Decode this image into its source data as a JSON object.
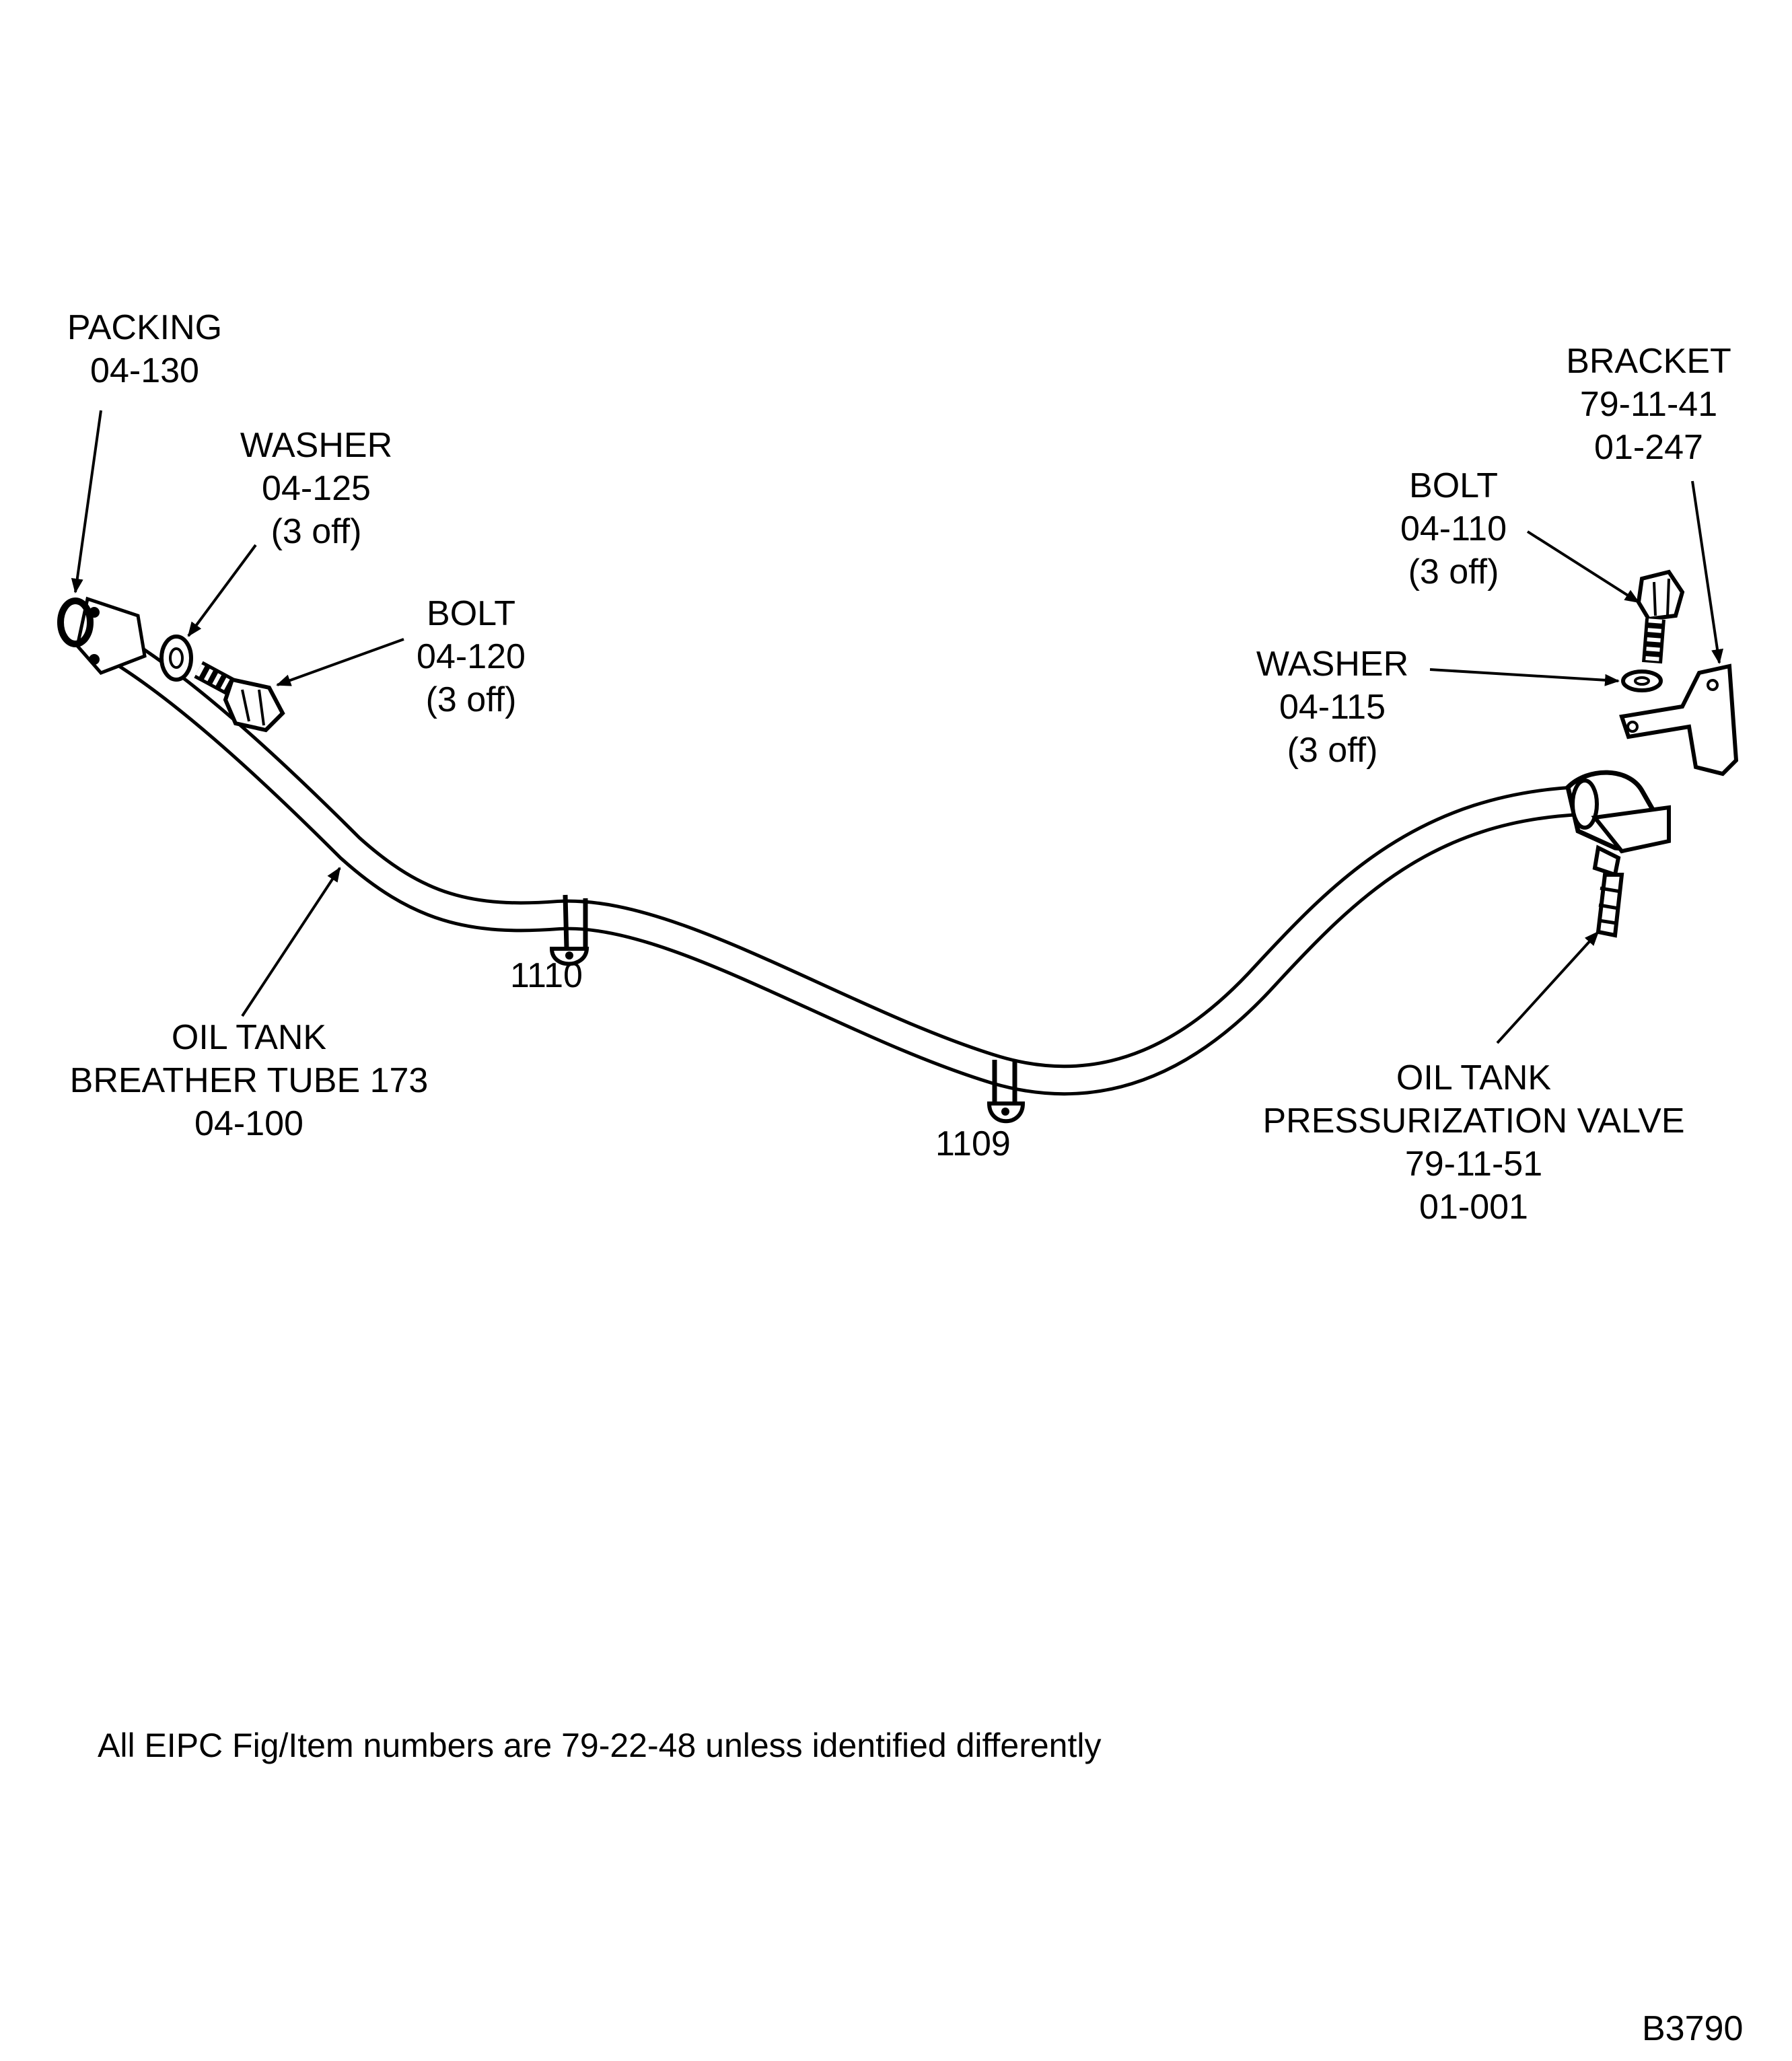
{
  "labels": {
    "packing": {
      "name": "PACKING",
      "part": "04-130"
    },
    "washer_left": {
      "name": "WASHER",
      "part": "04-125",
      "qty": "(3 off)"
    },
    "bolt_left": {
      "name": "BOLT",
      "part": "04-120",
      "qty": "(3 off)"
    },
    "bracket": {
      "name": "BRACKET",
      "fig": "79-11-41",
      "part": "01-247"
    },
    "bolt_right": {
      "name": "BOLT",
      "part": "04-110",
      "qty": "(3 off)"
    },
    "washer_right": {
      "name": "WASHER",
      "part": "04-115",
      "qty": "(3 off)"
    },
    "breather_tube": {
      "line1": "OIL TANK",
      "line2": "BREATHER TUBE 173",
      "part": "04-100"
    },
    "valve": {
      "line1": "OIL TANK",
      "line2": "PRESSURIZATION VALVE",
      "fig": "79-11-51",
      "part": "01-001"
    },
    "clamp_1110": "1110",
    "clamp_1109": "1109"
  },
  "footnote": "All EIPC Fig/Item numbers are 79-22-48 unless identified differently",
  "drawing_id": "B3790"
}
